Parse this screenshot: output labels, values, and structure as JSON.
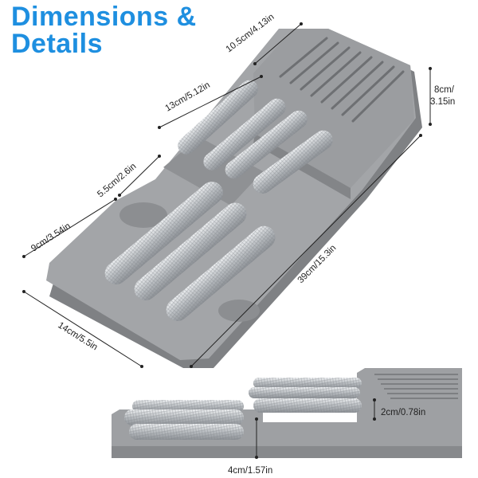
{
  "title": {
    "line1": "Dimensions &",
    "line2": "Details"
  },
  "dimensions": {
    "top_width": "10.5cm/4.13in",
    "upper_slot_length": "13cm/5.12in",
    "height": "8cm/",
    "height_in": "3.15in",
    "mid_step": "5.5cm/2.6in",
    "lower_slot_length": "9cm/3.54in",
    "total_length": "39cm/15.3in",
    "bottom_width": "14cm/5.5in",
    "step_height": "2cm/0.78in",
    "lower_height": "4cm/1.57in"
  },
  "colors": {
    "title": "#1e8fe0",
    "tray": "#9fa1a3",
    "tray_shadow": "#7f8184",
    "knife_handle": "#c7cacd"
  }
}
